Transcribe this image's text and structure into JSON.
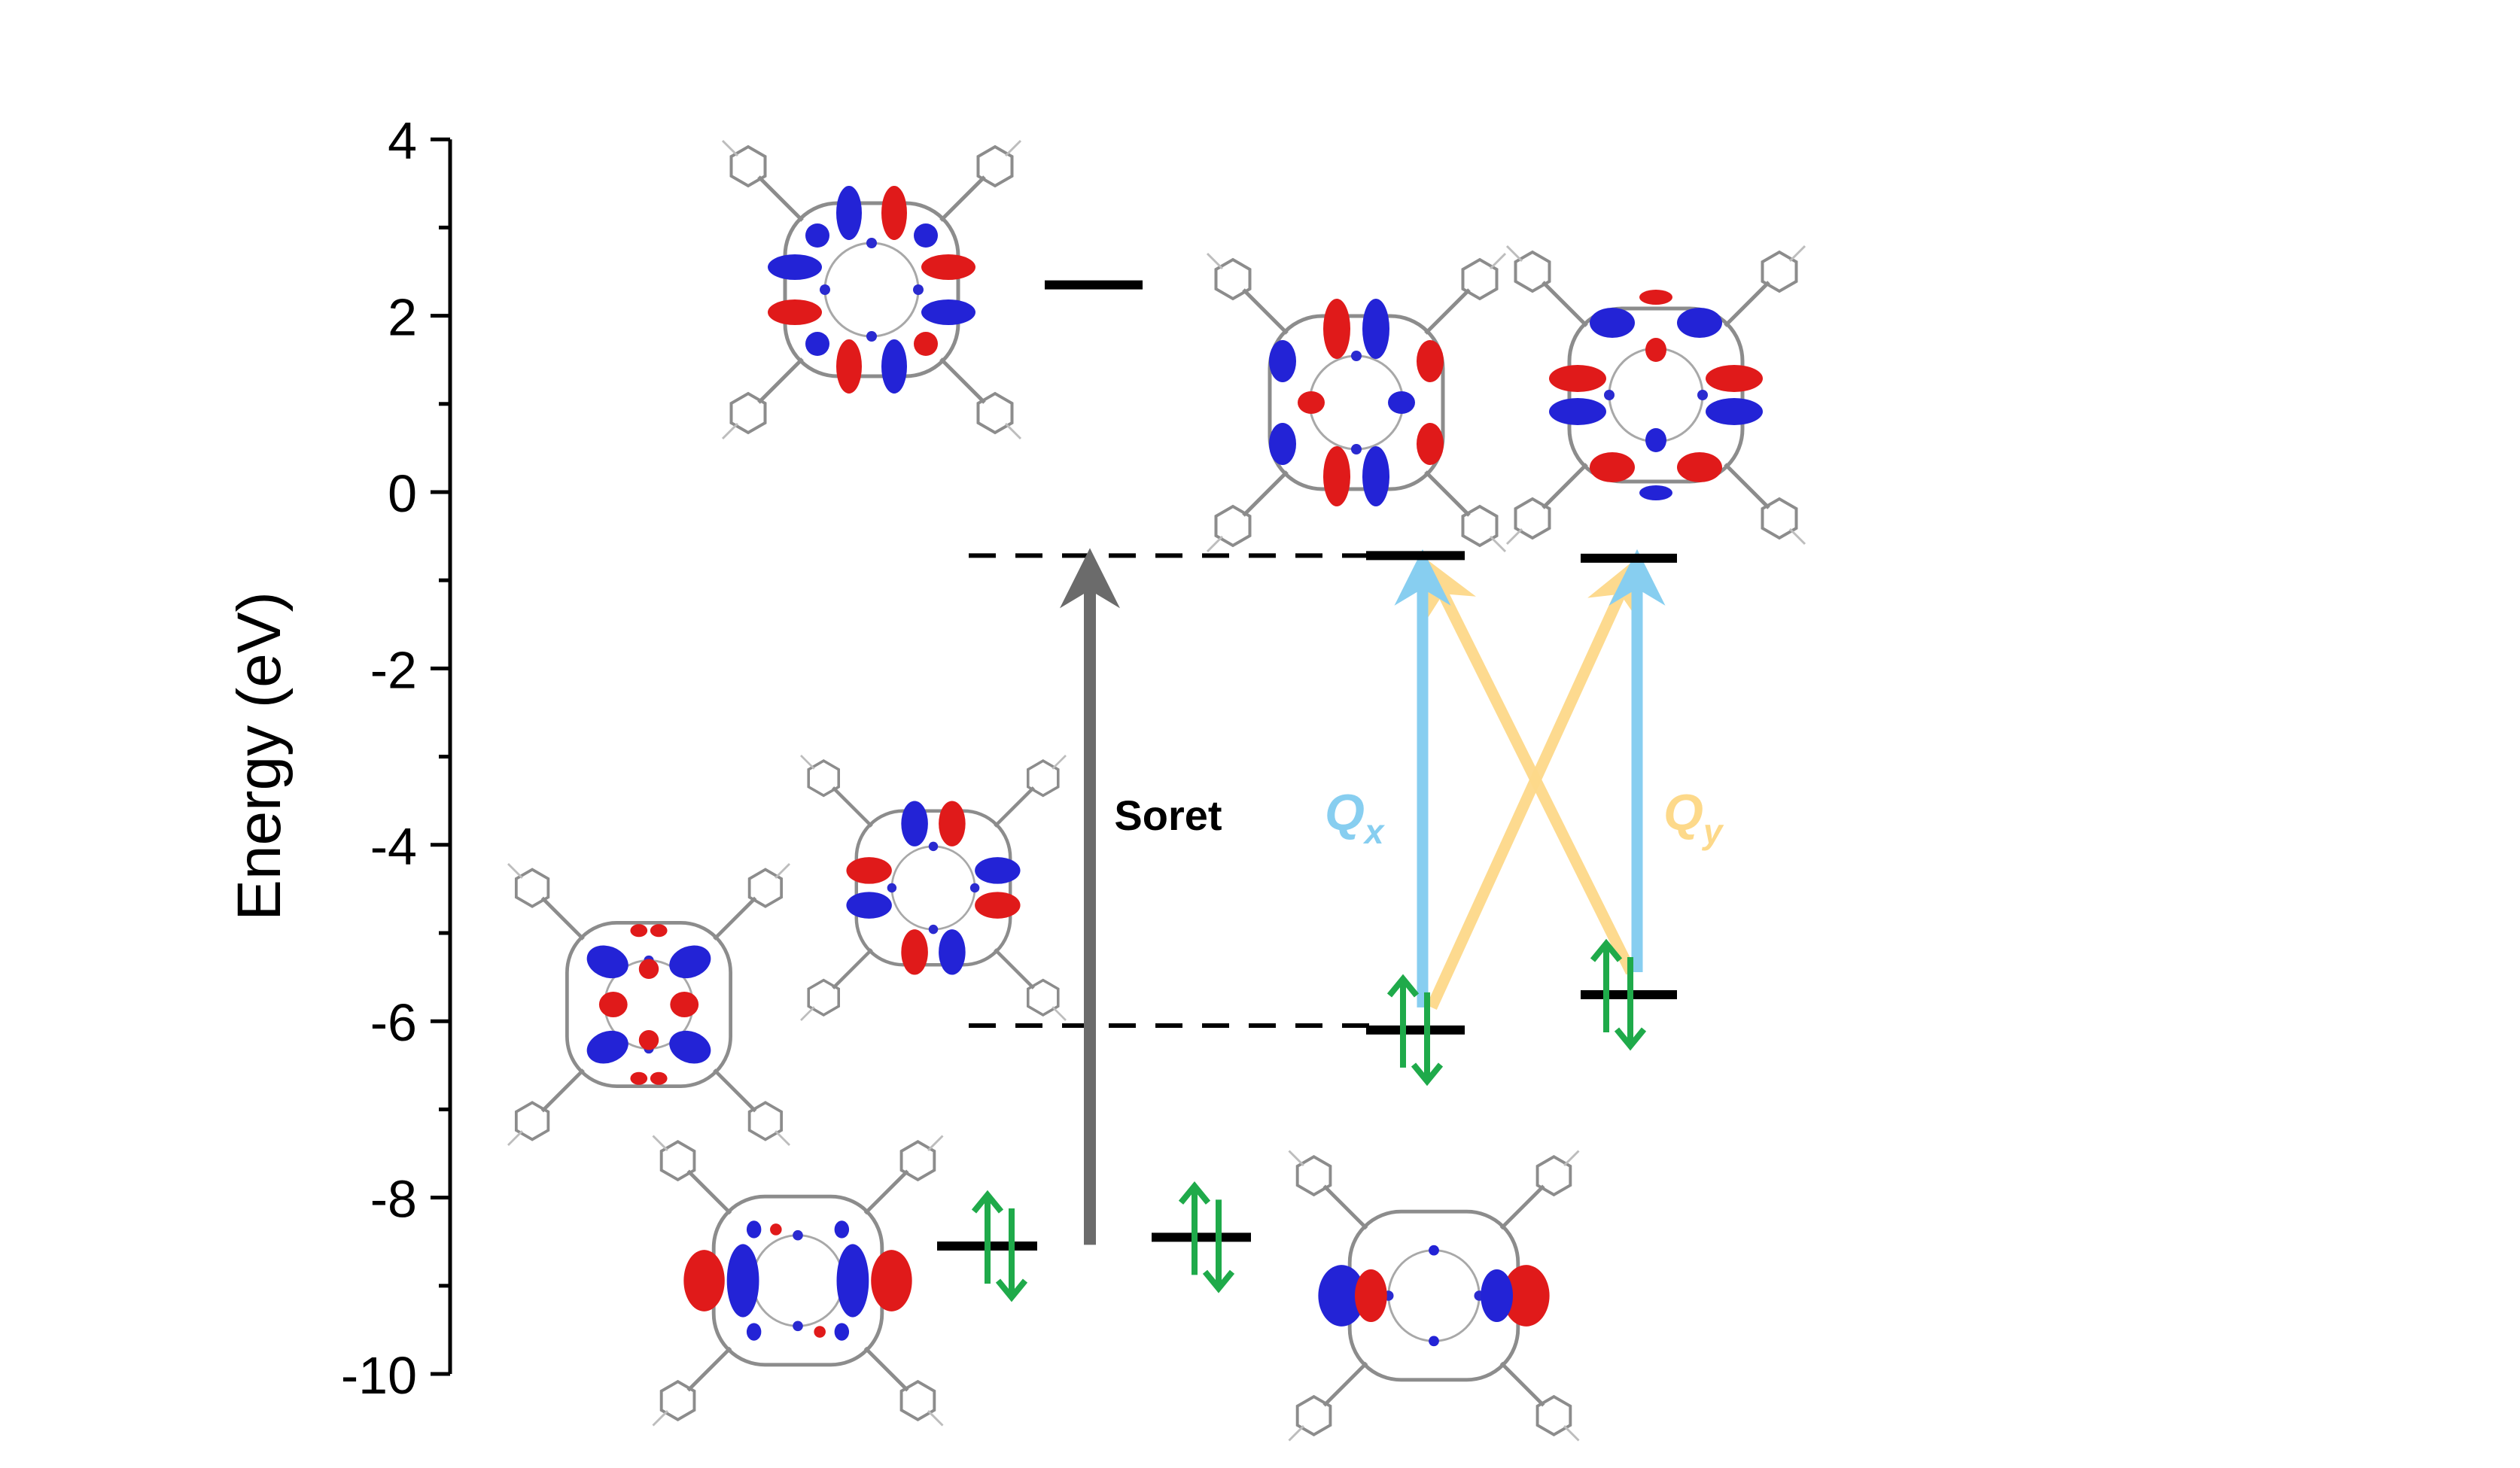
{
  "axis": {
    "ylabel": "Energy (eV)",
    "ylim": [
      -10,
      4
    ],
    "major_ticks": [
      4,
      2,
      0,
      -2,
      -4,
      -6,
      -8,
      -10
    ],
    "tick_labels": [
      "4",
      "2",
      "0",
      "-2",
      "-4",
      "-6",
      "-8",
      "-10"
    ]
  },
  "levels": [
    {
      "id": "lumo-2",
      "energy": 2.35,
      "occupied": false
    },
    {
      "id": "lumo-x",
      "energy": -0.72,
      "occupied": false
    },
    {
      "id": "lumo-y",
      "energy": -0.75,
      "occupied": false
    },
    {
      "id": "homo-x",
      "energy": -6.1,
      "occupied": true
    },
    {
      "id": "homo-y",
      "energy": -5.7,
      "occupied": true
    },
    {
      "id": "deep-1",
      "energy": -8.55,
      "occupied": true
    },
    {
      "id": "deep-2",
      "energy": -8.45,
      "occupied": true
    }
  ],
  "reference_lines": [
    -0.72,
    -6.05
  ],
  "transitions": {
    "soret": {
      "label": "Soret",
      "from": -8.45,
      "to": -0.72,
      "color": "#6b6b6b"
    },
    "qx": {
      "label": "Q",
      "sub": "x",
      "color": "#87cef0"
    },
    "qy": {
      "label": "Q",
      "sub": "y",
      "color": "#fdd98a"
    }
  },
  "colors": {
    "lobe_red": "#e01a1a",
    "lobe_blue": "#2323d6",
    "spin": "#1faa4a",
    "level": "#000000",
    "skeleton": "#8c8c8c"
  },
  "orbitals": [
    {
      "name": "orbital-lumo-plus",
      "type": "lumo2"
    },
    {
      "name": "orbital-lumo-x",
      "type": "lumox"
    },
    {
      "name": "orbital-lumo-y",
      "type": "lumoy"
    },
    {
      "name": "orbital-homo",
      "type": "homo"
    },
    {
      "name": "orbital-homo-minus",
      "type": "homo1"
    },
    {
      "name": "orbital-deep-left",
      "type": "deepL"
    },
    {
      "name": "orbital-deep-right",
      "type": "deepR"
    }
  ]
}
